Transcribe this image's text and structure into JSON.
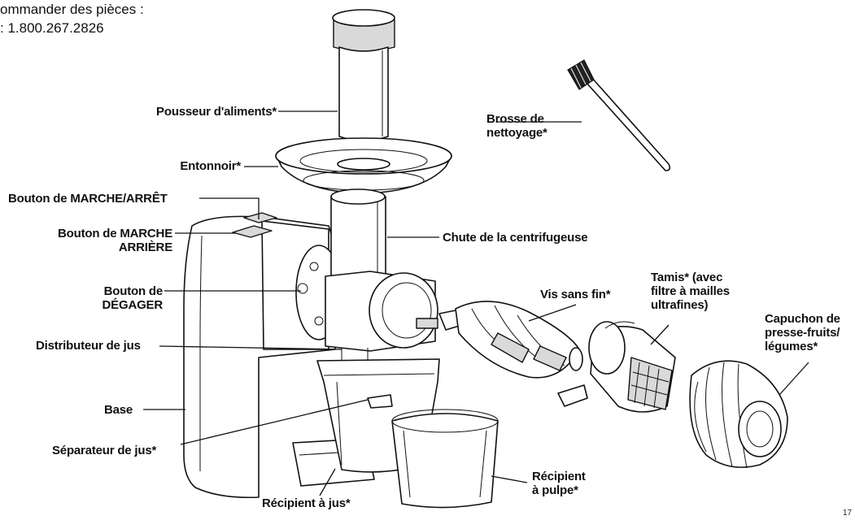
{
  "header": {
    "line1": "ommander des pièces :",
    "line2": ": 1.800.267.2826"
  },
  "labels": {
    "food_pusher": "Pousseur d'aliments*",
    "funnel": "Entonnoir*",
    "on_off": "Bouton de MARCHE/ARRÊT",
    "reverse_l1": "Bouton de MARCHE",
    "reverse_l2": "ARRIÈRE",
    "release_l1": "Bouton de",
    "release_l2": "DÉGAGER",
    "juice_spout": "Distributeur de jus",
    "base": "Base",
    "juice_separator": "Séparateur de jus*",
    "juice_container": "Récipient à jus*",
    "cleaning_brush_l1": "Brosse de",
    "cleaning_brush_l2": "nettoyage*",
    "chute": "Chute de la centrifugeuse",
    "auger": "Vis sans fin*",
    "strainer_l1": "Tamis* (avec",
    "strainer_l2": "filtre à mailles",
    "strainer_l3": "ultrafines)",
    "cap_l1": "Capuchon de",
    "cap_l2": "presse-fruits/",
    "cap_l3": "légumes*",
    "pulp_l1": "Récipient",
    "pulp_l2": "à pulpe*"
  },
  "page_number": "17"
}
